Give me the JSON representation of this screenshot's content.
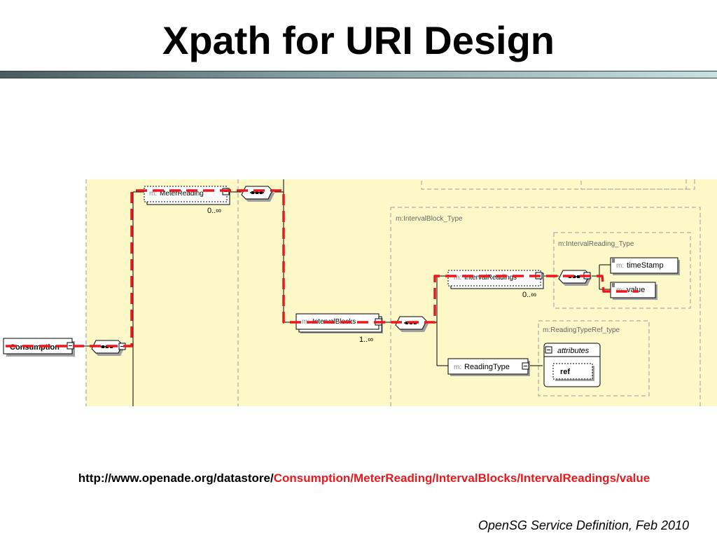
{
  "slide": {
    "title": "Xpath for URI Design",
    "url_base": "http://www.openade.org/datastore/",
    "url_path": "Consumption/MeterReading/IntervalBlocks/IntervalReadings/value",
    "footer": "OpenSG Service Definition, Feb 2010"
  },
  "diagram": {
    "elements": {
      "consumption": "Consumption",
      "meter_reading": "MeterReading",
      "interval_blocks": "IntervalBlocks",
      "interval_readings": "IntervalReadings",
      "reading_type": "ReadingType",
      "time_stamp": "timeStamp",
      "value": "value",
      "ref": "ref",
      "attributes": "attributes"
    },
    "prefix": "m:",
    "type_labels": {
      "interval_block_type": "m:IntervalBlock_Type",
      "interval_reading_type": "m:IntervalReading_Type",
      "reading_type_ref_type": "m:ReadingTypeRef_type"
    },
    "cardinalities": {
      "meter_reading": "0..∞",
      "interval_blocks": "1..∞",
      "interval_readings": "0..∞"
    },
    "colors": {
      "background": "#fcf8c8",
      "highlight_path": "#e8191e",
      "prefix_text": "#808080"
    }
  }
}
